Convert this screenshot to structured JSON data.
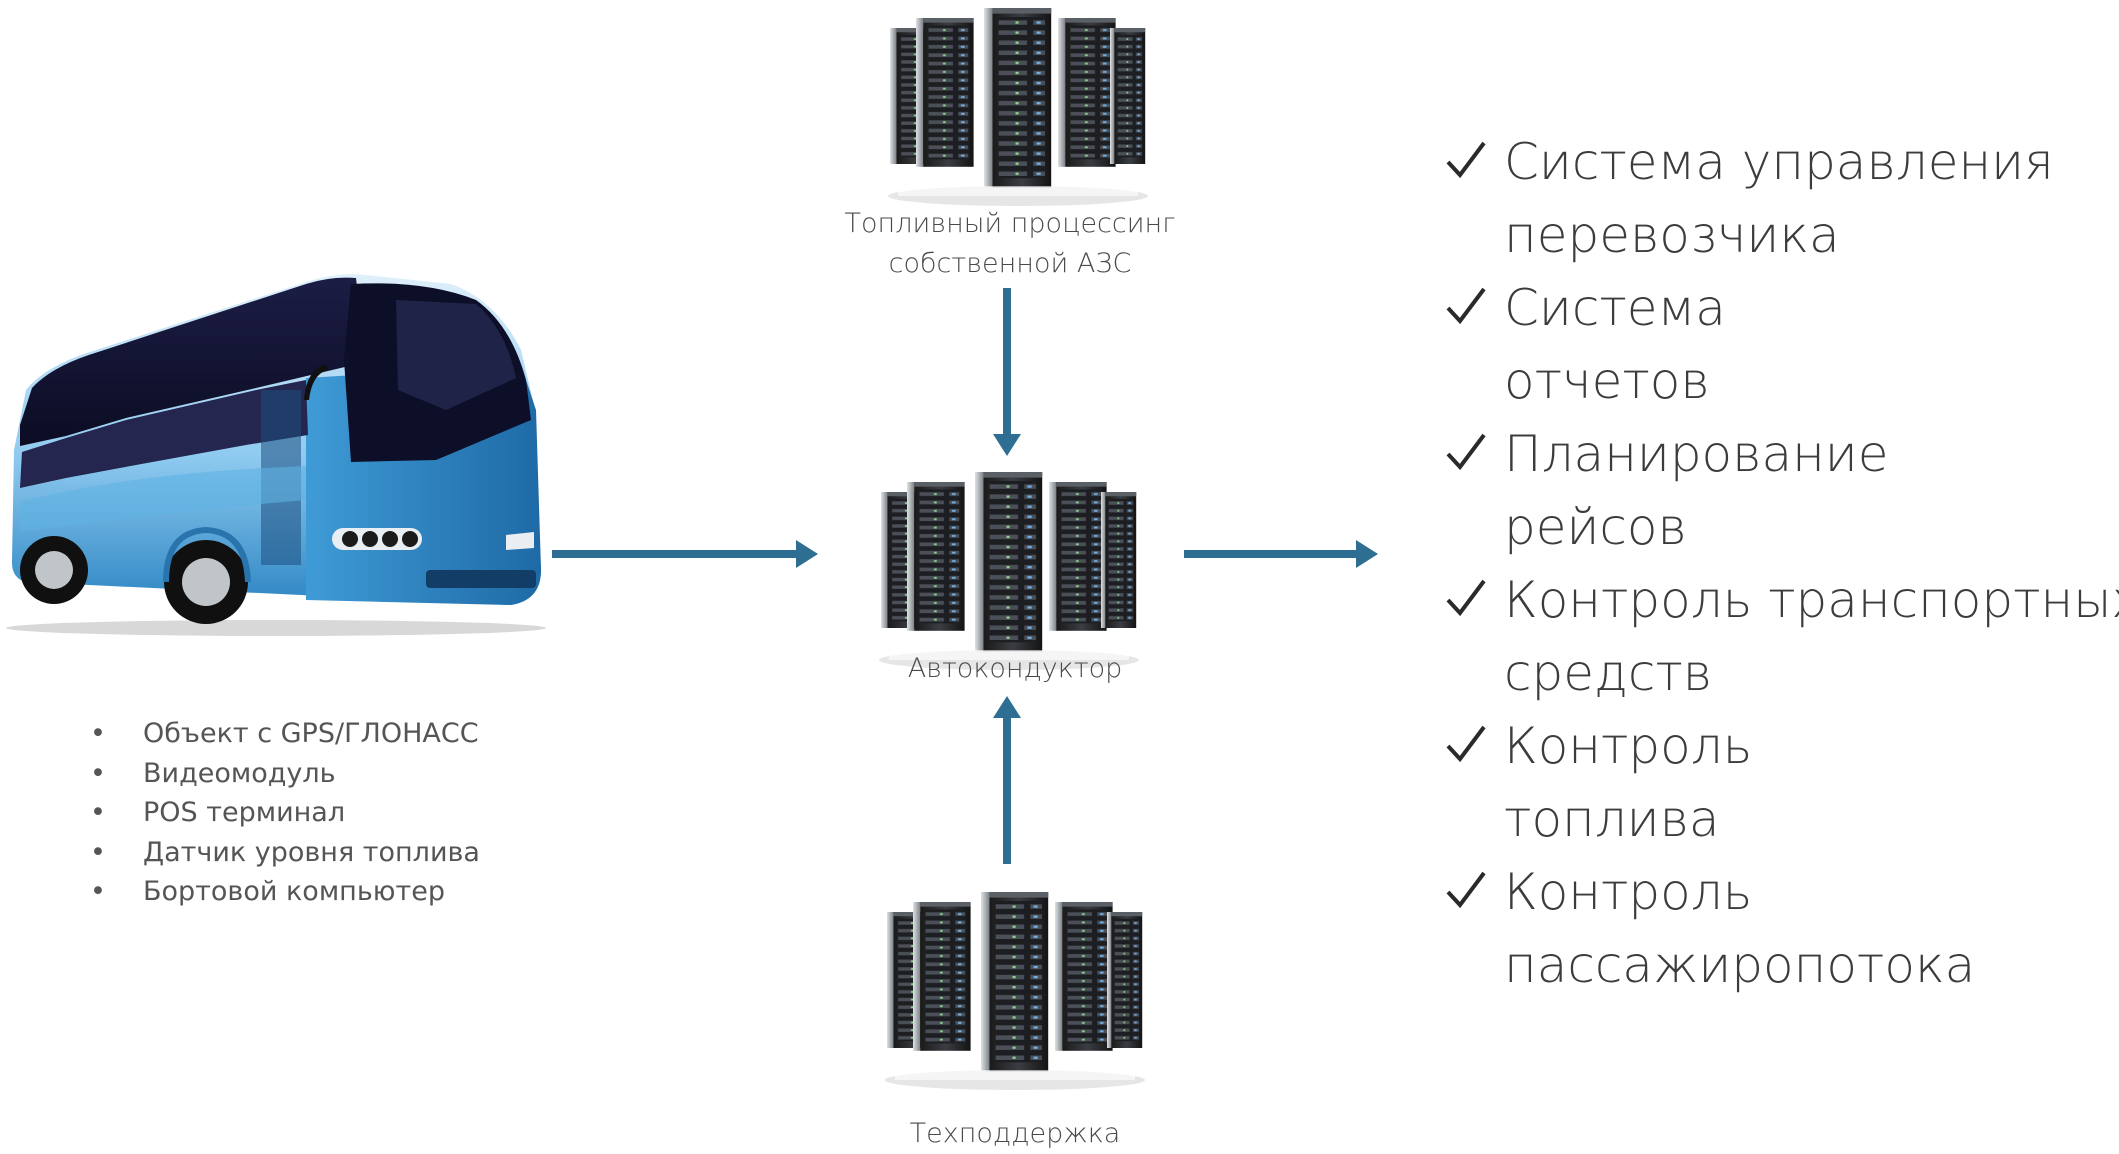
{
  "nodes": {
    "top": {
      "label_line1": "Топливный процессинг",
      "label_line2": "собственной АЗС"
    },
    "center": {
      "label": "Автокондуктор"
    },
    "bottom": {
      "label": "Техподдержка"
    }
  },
  "vehicle": {
    "features": [
      "Объект с GPS/ГЛОНАСС",
      "Видеомодуль",
      "POS терминал",
      "Датчик уровня топлива",
      "Бортовой компьютер"
    ]
  },
  "capabilities": [
    "Система управления перевозчика",
    "Система отчетов",
    "Планирование рейсов",
    "Контроль транспортных средств",
    "Контроль топлива",
    "Контроль пассажиропотока"
  ],
  "colors": {
    "arrow": "#2e6e92",
    "text": "#3c3c3c",
    "bus_blue": "#4fa6d9",
    "bus_dark": "#17183a"
  }
}
